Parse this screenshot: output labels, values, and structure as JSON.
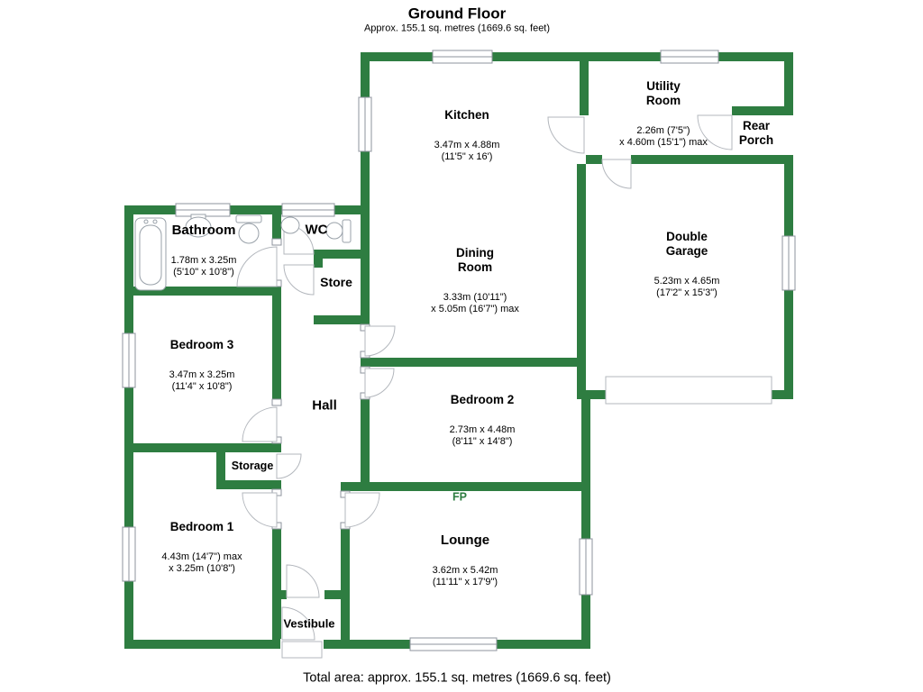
{
  "header": {
    "title": "Ground Floor",
    "subtitle": "Approx. 155.1 sq. metres (1669.6 sq. feet)"
  },
  "footer": {
    "text": "Total area: approx. 155.1 sq. metres (1669.6 sq. feet)"
  },
  "markers": {
    "fireplace": "FP"
  },
  "colors": {
    "wall": "#2e7d41",
    "text": "#000000",
    "fp": "#2e7d41",
    "window_stroke": "#8d939c",
    "door_stroke": "#b3b7bd",
    "fixture_stroke": "#98a0a8"
  },
  "rooms": {
    "kitchen": {
      "name": "Kitchen",
      "dims": "3.47m x 4.88m\n(11'5\" x 16')"
    },
    "utility_room": {
      "name": "Utility\nRoom",
      "dims": "2.26m (7'5\")\nx 4.60m (15'1\") max"
    },
    "rear_porch": {
      "name": "Rear\nPorch",
      "dims": ""
    },
    "bathroom": {
      "name": "Bathroom",
      "dims": "1.78m x 3.25m\n(5'10\" x 10'8\")"
    },
    "wc": {
      "name": "WC",
      "dims": ""
    },
    "store": {
      "name": "Store",
      "dims": ""
    },
    "dining_room": {
      "name": "Dining\nRoom",
      "dims": "3.33m (10'11\")\nx 5.05m (16'7\") max"
    },
    "double_garage": {
      "name": "Double\nGarage",
      "dims": "5.23m x 4.65m\n(17'2\" x 15'3\")"
    },
    "bedroom_3": {
      "name": "Bedroom 3",
      "dims": "3.47m x 3.25m\n(11'4\" x 10'8\")"
    },
    "hall": {
      "name": "Hall",
      "dims": ""
    },
    "bedroom_2": {
      "name": "Bedroom 2",
      "dims": "2.73m x 4.48m\n(8'11\" x 14'8\")"
    },
    "storage": {
      "name": "Storage",
      "dims": ""
    },
    "bedroom_1": {
      "name": "Bedroom 1",
      "dims": "4.43m (14'7\") max\nx 3.25m (10'8\")"
    },
    "lounge": {
      "name": "Lounge",
      "dims": "3.62m x 5.42m\n(11'11\" x 17'9\")"
    },
    "vestibule": {
      "name": "Vestibule",
      "dims": ""
    }
  }
}
